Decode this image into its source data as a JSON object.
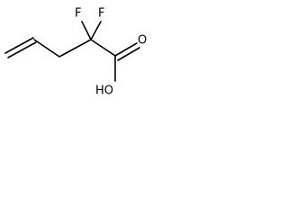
{
  "molecule": {
    "colors": {
      "bond": "#000000",
      "label": "#000000",
      "background": "#ffffff"
    },
    "atoms": {
      "fluorine_left": "F",
      "fluorine_right": "F",
      "oxygen_carbonyl": "O",
      "hydroxyl": "HO"
    }
  }
}
